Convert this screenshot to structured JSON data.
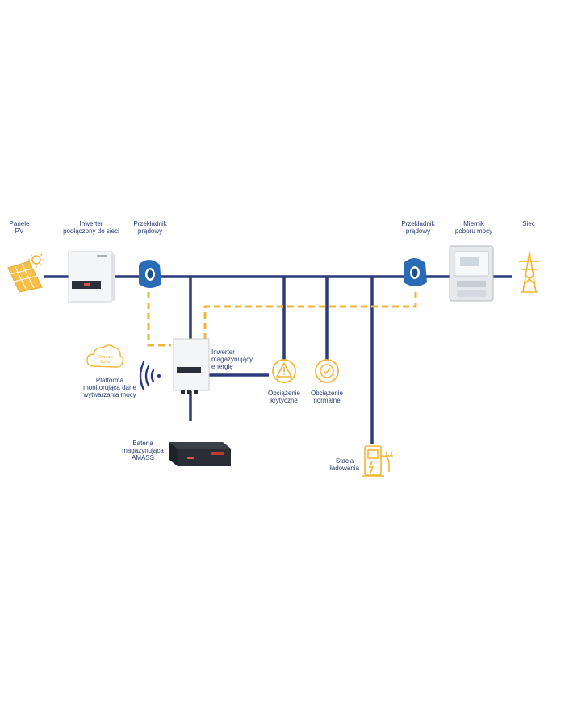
{
  "labels": {
    "pv": [
      "Panele",
      "PV"
    ],
    "grid_inverter": [
      "Inwerter",
      "podłączony do sieci"
    ],
    "ct_left": [
      "Przekładnik",
      "prądowy"
    ],
    "ct_right": [
      "Przekładnik",
      "prądowy"
    ],
    "meter": [
      "Miernik",
      "poboru mocy"
    ],
    "grid": [
      "Sieć"
    ],
    "storage_inverter": [
      "Inwerter",
      "magazynujący",
      "energię"
    ],
    "monitoring": [
      "Platforma",
      "monitorująca dane",
      "wytwarzania mocy"
    ],
    "cloud_brand": [
      "Chmura",
      "Sofar"
    ],
    "critical_load": [
      "Obciążenie",
      "krytyczne"
    ],
    "normal_load": [
      "Obciążenie",
      "normalne"
    ],
    "battery": [
      "Bateria",
      "magazynująca",
      "AMASS"
    ],
    "charging": [
      "Stacja",
      "ładowania"
    ]
  },
  "colors": {
    "line": "#2d3a7c",
    "dashed": "#f0b63c",
    "icon_yellow": "#f2b632",
    "ct_blue": "#2a6bb5",
    "text": "#2a3a6e"
  }
}
